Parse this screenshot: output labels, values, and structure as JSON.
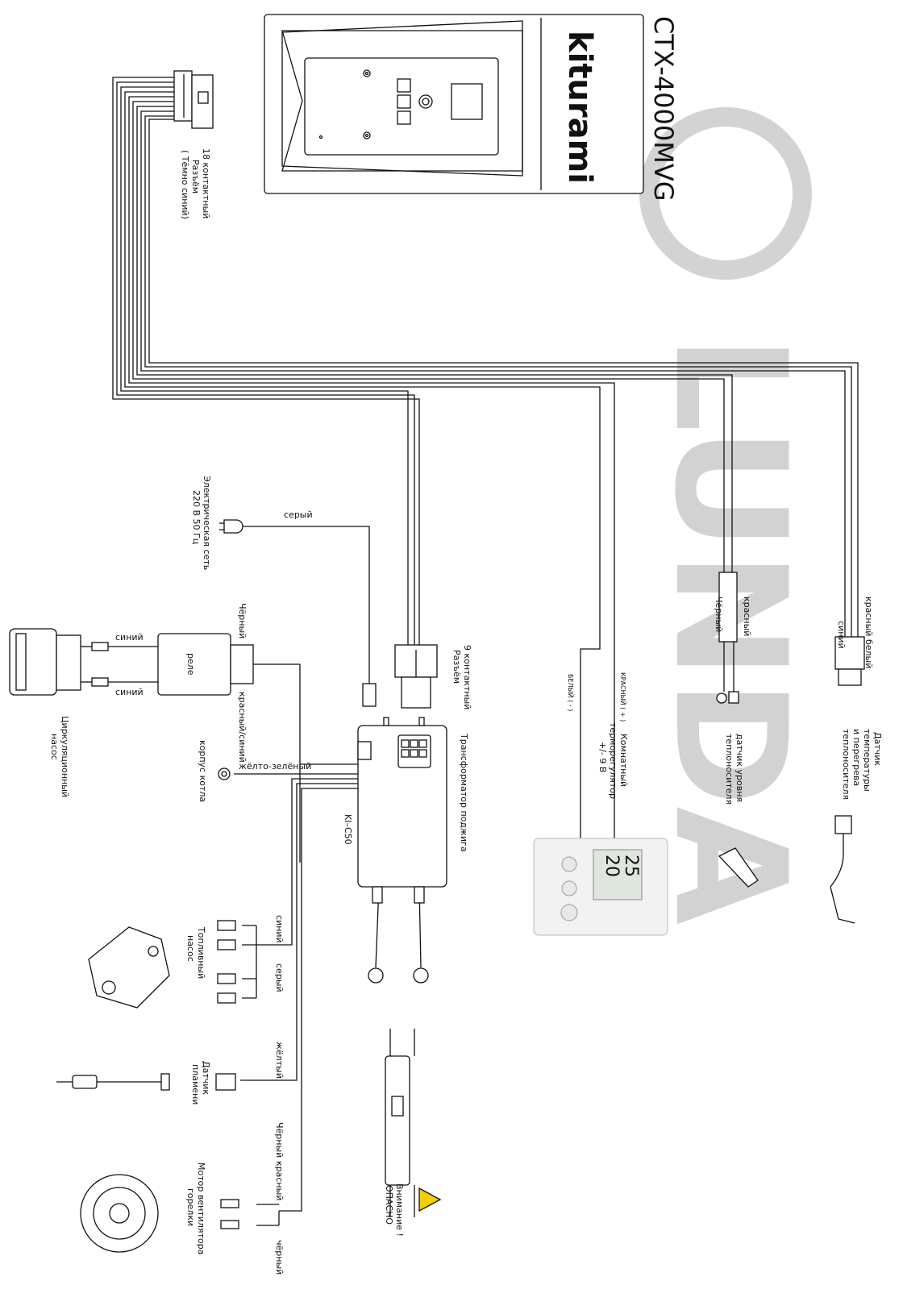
{
  "watermark": "LUNDA",
  "model": "CTX-4000MVG",
  "brand": "kiturami",
  "thermostat_display": {
    "top": "20",
    "bottom": "25"
  },
  "labels": {
    "conn18": [
      "18 контактный",
      "Разъём",
      "( Тёмно синий)"
    ],
    "mains": [
      "Электрическая сеть",
      "220 В  50 Гц"
    ],
    "gray": "серый",
    "relay": "реле",
    "black": "Чёрный",
    "blue1": "синий",
    "blue2": "синий",
    "red_blue": "красный/синий",
    "pump": [
      "Циркуляционный",
      "насос"
    ],
    "conn9": [
      "9 контактный",
      "Разъём"
    ],
    "ignition": "Трансформатор поджига",
    "kic50": "KI–C50",
    "yellow_green": "жёлто-зелёный",
    "body": "корпус котла",
    "fuel_blue": "синий",
    "fuel_gray": "серый",
    "fuel_pump": [
      "Топливный",
      "насос"
    ],
    "yellow": "жёлтый",
    "black2": "Чёрный",
    "flame": [
      "Датчик",
      "пламени"
    ],
    "red": "красный",
    "black3": "чёрный",
    "fan_motor": [
      "Мотор вентилятора",
      "горелки"
    ],
    "warning": [
      "Внимание !",
      "ОПАСНО"
    ],
    "white_minus": "БЕЛЫЙ ( - )",
    "red_plus": "КРАСНЫЙ ( + )",
    "room_thermo": [
      "Комнатный",
      "терморегулятор",
      "+/- 9 В"
    ],
    "level_black": "Чёрный",
    "level_red": "красный",
    "level_sensor": [
      "датчик уровня",
      "теплоносителя"
    ],
    "temp_blue": "синий",
    "temp_redwhite": "красный  белый",
    "temp_sensor": [
      "Датчик",
      "температуры",
      "и перегрева",
      "теплоносителя"
    ]
  }
}
